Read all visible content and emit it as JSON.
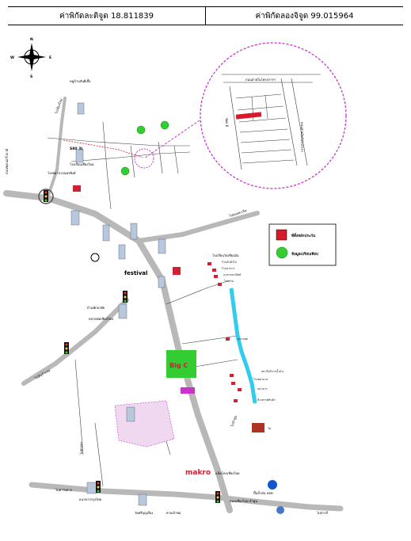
{
  "header": {
    "latitude_label": "ค่าพิกัดละติจูด 18.811839",
    "longitude_label": "ค่าพิกัดลองจิจูด 99.015964"
  },
  "compass": {
    "n": "N",
    "s": "S",
    "e": "E",
    "w": "W"
  },
  "legend": {
    "subject_label": "ที่ตั้งหลักประกัน",
    "comparable_label": "ข้อมูลเปรียบเทียบ",
    "subject_color": "#d8192a",
    "comparable_color": "#33cc33"
  },
  "inset": {
    "road_top": "ถนนสายในโครงการฯ",
    "road_right": "ถนนสายในโครงการฯ",
    "soi_label": "ซอย 6"
  },
  "colors": {
    "inset_border": "#cc33cc",
    "highway": "#b8b8b8",
    "river": "#33ccee",
    "big_c": "#33cc33",
    "accent_red": "#cc2233"
  },
  "labels": {
    "to_hang_dong_north": "ไปเชียงใหม่",
    "road_left_vertical": "ถนนซุปเปอร์ไฮเวย์",
    "to_doi_saket": "ไปดอยสะเก็ด",
    "to_san_kamphaeng": "ไปสันกำแพง",
    "to_lamphun": "ไปลำพูน",
    "to_hang_dong": "ไปหางดง",
    "to_rim_ping": "ไปท่าวังตาล",
    "to_saraphi": "ไปสารภี",
    "road_bottom": "ถนนเชียงใหม่-ลำพูน",
    "school": "โรงเรียนเชียงใหม่",
    "vendor_1": "หมู่บ้านสันผีเสื้อ",
    "hospital": "โรงพยาบาลนครพิงค์",
    "soi_380": "S80 3L",
    "central_festival": "festival",
    "makro": "makro",
    "makro_sub": "แม็คโครเชียงใหม่",
    "big_c": "Big C",
    "top_right_1": "โรงเรียนวัดเชียงมั่น",
    "center_1": "บ้านพักอาศัย",
    "center_2": "ตลาดนัดเชียงใหม่",
    "bottom_1": "วัดศรีบุญเรือง",
    "bottom_2": "ปั๊มน้ำมัน ปตท.",
    "bottom_3": "ธนาคารกรุงไทย",
    "bottom_4": "ศาลเจ้าพ่อ",
    "right_list_1": "ร้านค้าทั่วไป",
    "right_list_2": "ร้านอาหาร",
    "right_list_3": "อาคารพาณิชย์",
    "right_list_4": "โรงแรม",
    "right_list_5": "ตลาดสด",
    "right_list_6": "สถานีบริการน้ำมัน",
    "right_list_7": "โรงพยาบาล",
    "right_list_8": "ธนาคาร",
    "right_list_9": "ห้างสรรพสินค้า",
    "right_list_10": "วัด"
  }
}
